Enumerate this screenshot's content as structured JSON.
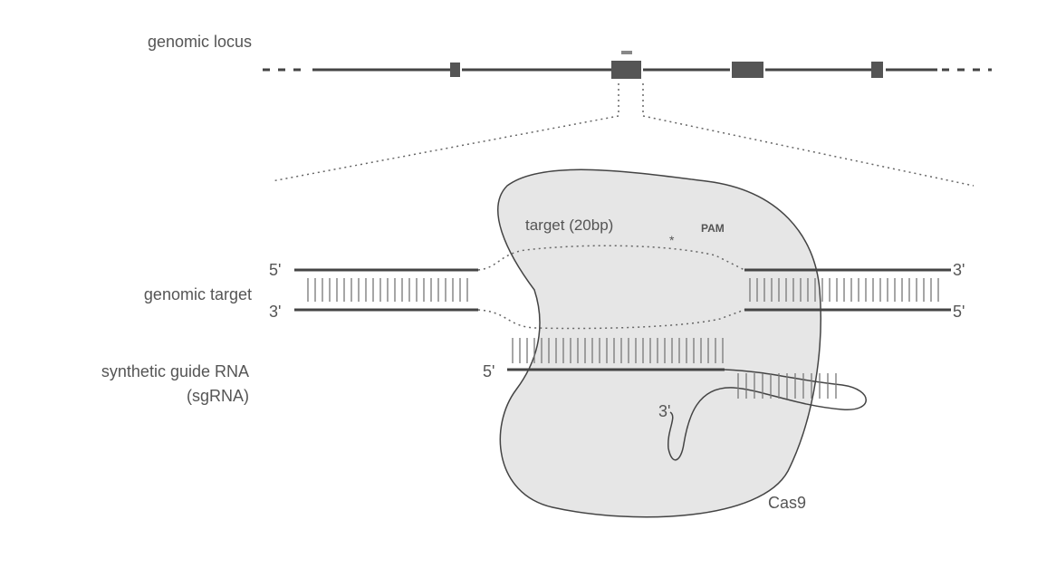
{
  "labels": {
    "genomic_locus": "genomic locus",
    "genomic_target": "genomic target",
    "sgrna_line1": "synthetic guide RNA",
    "sgrna_line2": "(sgRNA)",
    "target": "target (20bp)",
    "pam": "PAM",
    "asterisk": "*",
    "cas9": "Cas9",
    "top_left_end": "5'",
    "bottom_left_end": "3'",
    "top_right_end": "3'",
    "bottom_right_end": "5'",
    "sgrna_5prime": "5'",
    "sgrna_3prime": "3'"
  },
  "colors": {
    "cas9_fill": "#e6e6e6",
    "ink": "#444444"
  }
}
